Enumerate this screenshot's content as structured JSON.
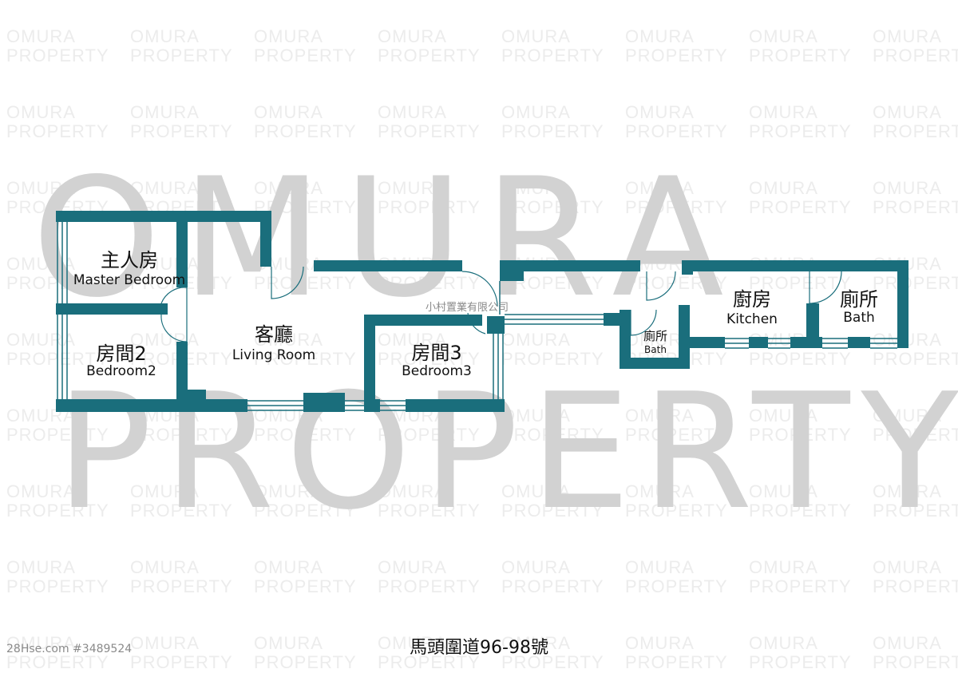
{
  "watermark": {
    "brand_line1": "OMURA",
    "brand_line2": "PROPERTY"
  },
  "stamp": "小村置業有限公司",
  "rooms": {
    "master_bedroom": {
      "zh": "主人房",
      "en": "Master Bedroom"
    },
    "bedroom2": {
      "zh": "房間2",
      "en": "Bedroom2"
    },
    "living_room": {
      "zh": "客廳",
      "en": "Living Room"
    },
    "bedroom3": {
      "zh": "房間3",
      "en": "Bedroom3"
    },
    "small_bath": {
      "zh": "廁所",
      "en": "Bath"
    },
    "kitchen": {
      "zh": "廚房",
      "en": "Kitchen"
    },
    "bath": {
      "zh": "廁所",
      "en": "Bath"
    }
  },
  "address": "馬頭圍道96-98號",
  "listing_id": "28Hse.com #3489524",
  "colors": {
    "wall": "#1a6e7c",
    "watermark_large": "#d2d2d2",
    "watermark_small": "#ececec"
  }
}
